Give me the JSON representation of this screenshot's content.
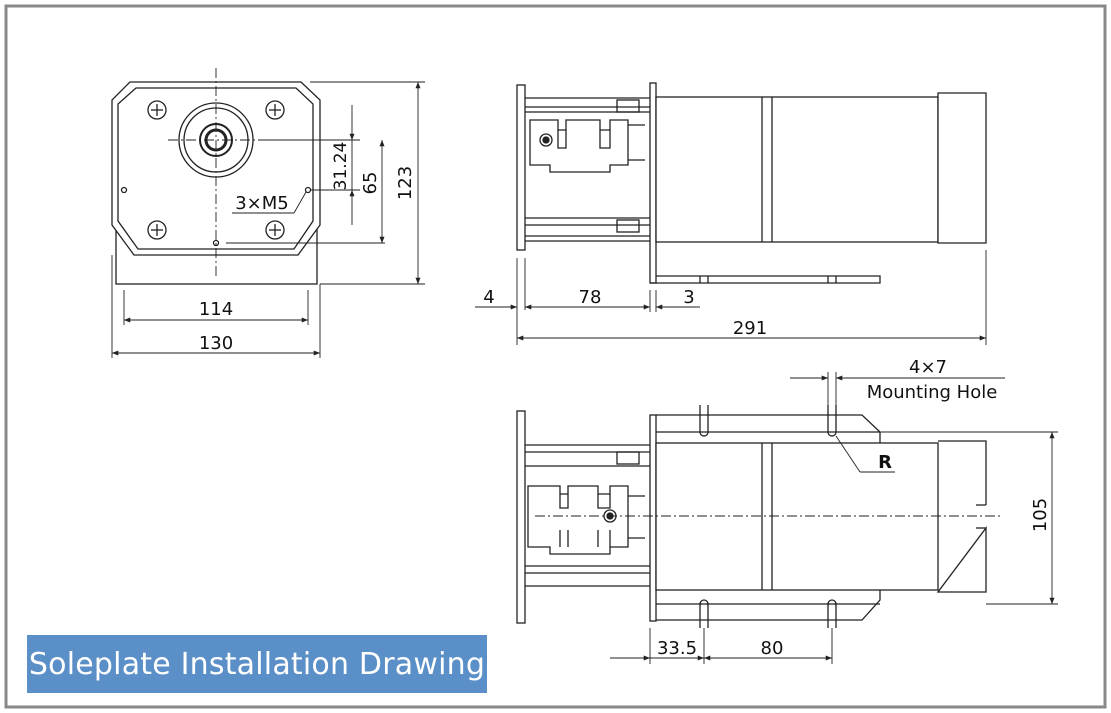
{
  "title": "Soleplate Installation Drawing",
  "colors": {
    "line": "#222222",
    "frame": "#888888",
    "title_bg": "#5b8fc7",
    "title_text": "#ffffff"
  },
  "front_view": {
    "dim_114": "114",
    "dim_130": "130",
    "dim_123": "123",
    "dim_65": "65",
    "dim_31_24": "31.24",
    "screw_label": "3×M5"
  },
  "side_view": {
    "dim_4": "4",
    "dim_78": "78",
    "dim_3": "3",
    "dim_291": "291"
  },
  "bottom_view": {
    "hole_label_1": "4×7",
    "hole_label_2": "Mounting Hole",
    "radius_label": "R",
    "dim_105": "105",
    "dim_33_5": "33.5",
    "dim_80": "80"
  }
}
